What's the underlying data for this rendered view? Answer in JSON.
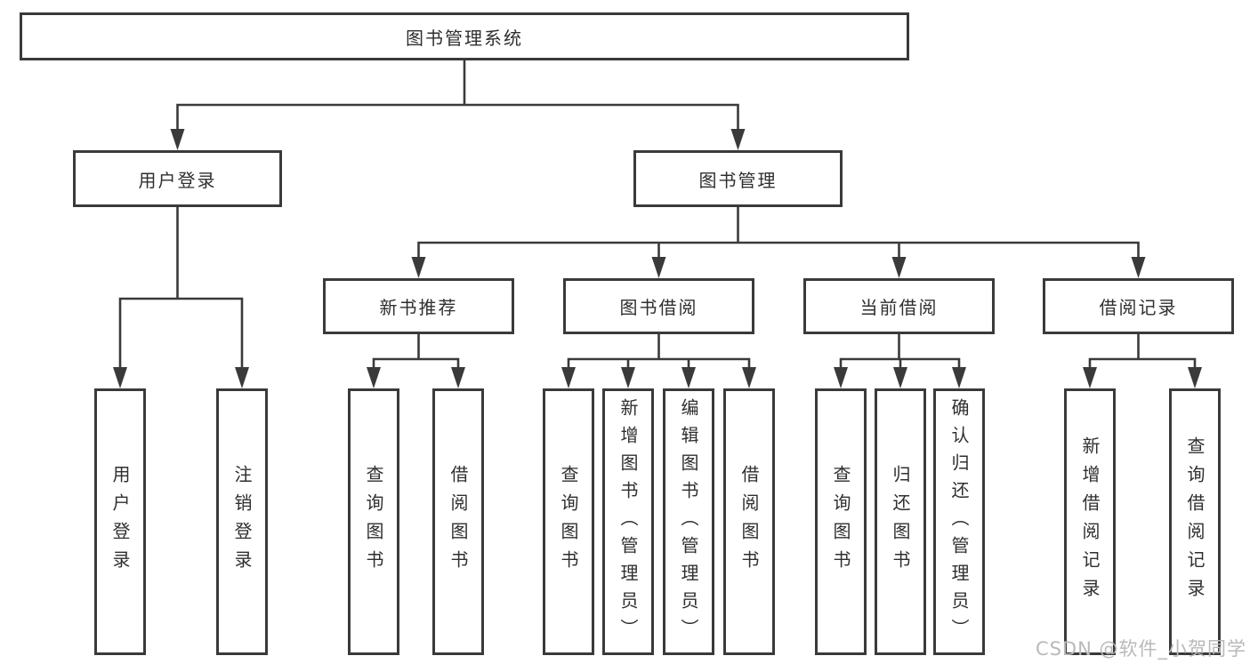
{
  "diagram": {
    "root": {
      "label": "图书管理系统",
      "children": [
        {
          "label": "用户登录",
          "children": [
            {
              "label": "用户登录"
            },
            {
              "label": "注销登录"
            }
          ]
        },
        {
          "label": "图书管理",
          "children": [
            {
              "label": "新书推荐",
              "children": [
                {
                  "label": "查询图书"
                },
                {
                  "label": "借阅图书"
                }
              ]
            },
            {
              "label": "图书借阅",
              "children": [
                {
                  "label": "查询图书"
                },
                {
                  "label": "新增图书（管理员）"
                },
                {
                  "label": "编辑图书（管理员）"
                },
                {
                  "label": "借阅图书"
                }
              ]
            },
            {
              "label": "当前借阅",
              "children": [
                {
                  "label": "查询图书"
                },
                {
                  "label": "归还图书"
                },
                {
                  "label": "确认归还（管理员）"
                }
              ]
            },
            {
              "label": "借阅记录",
              "children": [
                {
                  "label": "新增借阅记录"
                },
                {
                  "label": "查询借阅记录"
                }
              ]
            }
          ]
        }
      ]
    }
  },
  "watermark": {
    "text": "CSDN @软件_小贺同学"
  },
  "colors": {
    "line": "#3a3a3a",
    "text": "#2f2f2f",
    "watermark": "#b9b9b9",
    "background": "#ffffff"
  }
}
